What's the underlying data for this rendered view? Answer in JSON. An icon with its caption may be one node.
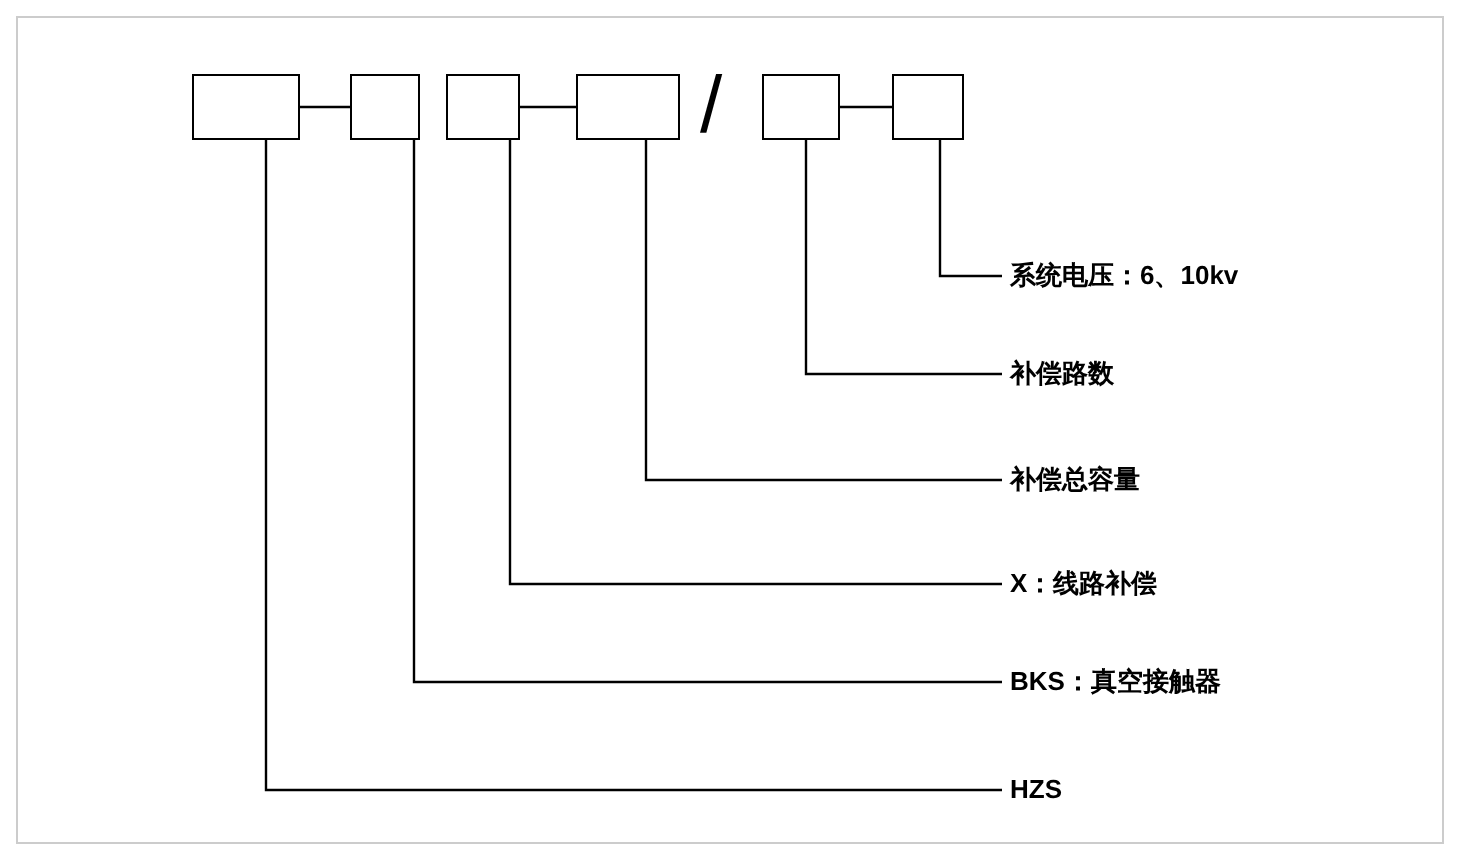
{
  "diagram": {
    "nodes": [
      {
        "text": [],
        "shape": "box"
      },
      {
        "text": [],
        "shape": "box"
      },
      {
        "text": [],
        "shape": "box"
      },
      {
        "text": [],
        "shape": "box"
      },
      {
        "text": [],
        "shape": "box"
      },
      {
        "text": [],
        "shape": "box"
      },
      {
        "text": [
          "系统电压：6、10kv"
        ]
      },
      {
        "text": [
          "补偿路数"
        ]
      },
      {
        "text": [
          "补偿总容量"
        ]
      },
      {
        "text": [
          "X：线路补偿"
        ]
      },
      {
        "text": [
          "BKS：真空接触器"
        ]
      },
      {
        "text": [
          "HZS"
        ]
      }
    ],
    "edges": [
      {
        "from": 0,
        "to": 1,
        "arrow": "none"
      },
      {
        "from": 2,
        "to": 3,
        "arrow": "none"
      },
      {
        "from": 4,
        "to": 5,
        "arrow": "none"
      },
      {
        "from": 6,
        "to": 5,
        "arrow": "none"
      },
      {
        "from": 7,
        "to": 4,
        "arrow": "none"
      },
      {
        "from": 8,
        "to": 3,
        "arrow": "none"
      },
      {
        "from": 9,
        "to": 2,
        "arrow": "none"
      },
      {
        "from": 10,
        "to": 1,
        "arrow": "none"
      },
      {
        "from": 11,
        "to": 0,
        "arrow": "none"
      }
    ],
    "labels": [
      "/"
    ]
  }
}
